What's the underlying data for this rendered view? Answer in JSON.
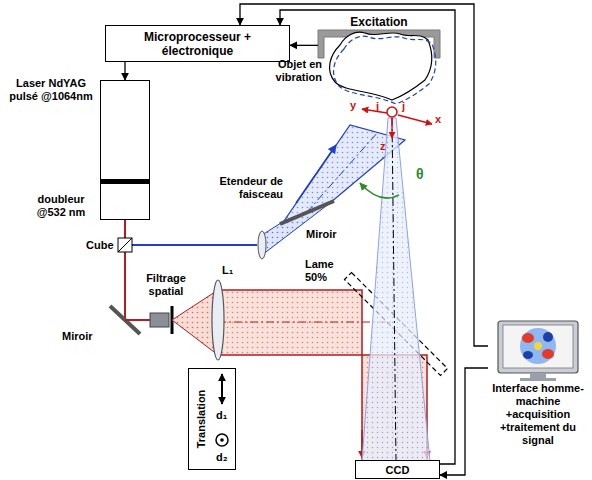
{
  "diagram": {
    "nodes": [
      {
        "text": [
          "Microprocesseur + électronique"
        ]
      },
      {
        "text": [
          "Laser NdYAG pulsé @1064nm",
          "doubleur @532 nm"
        ]
      },
      {
        "text": [
          "Excitation"
        ]
      },
      {
        "text": [
          "CCD"
        ]
      },
      {
        "text": [
          "Interface homme-machine +acquisition +traitement du signal"
        ]
      },
      {
        "text": [
          "Translation",
          "d₁",
          "d₂"
        ]
      }
    ],
    "edges": [
      {
        "from": 0,
        "to": 1,
        "arrow": "to"
      },
      {
        "from": 2,
        "to": 0,
        "arrow": "to"
      },
      {
        "from": 3,
        "to": 0,
        "arrow": "to"
      },
      {
        "from": 4,
        "to": 0,
        "arrow": "to"
      },
      {
        "from": 4,
        "to": 3,
        "arrow": "to"
      }
    ],
    "labels": [
      "Objet en vibration",
      "Etendeur de faisceau",
      "Miroir",
      "θ",
      "j",
      "j",
      "x",
      "y",
      "z",
      "Cube",
      "Filtrage spatial",
      "L₁",
      "Lame 50%",
      "Miroir"
    ]
  }
}
